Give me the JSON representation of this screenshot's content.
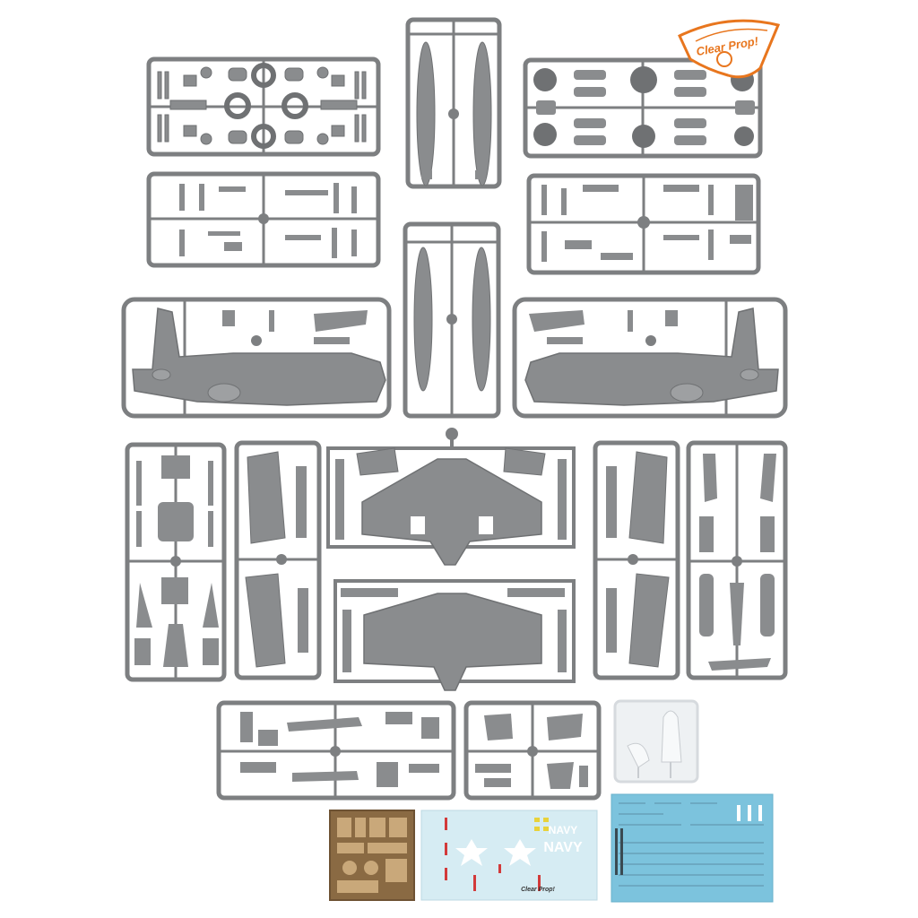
{
  "logo": {
    "text": "Clear Prop!",
    "color": "#e8761e"
  },
  "decals": {
    "navy_large": "NAVY",
    "navy_small": "NAVY",
    "logo_small": "Clear Prop!"
  },
  "colors": {
    "sprue": "#7d7f81",
    "sprue_dark": "#5e6062",
    "part": "#8a8c8e",
    "part_light": "#9ea0a2",
    "clear_parts": "#eef1f3",
    "decal_sheet_main": "#d6ecf3",
    "decal_sheet_stencil": "#7cc3dd",
    "photo_etch": "#8a6a43"
  }
}
